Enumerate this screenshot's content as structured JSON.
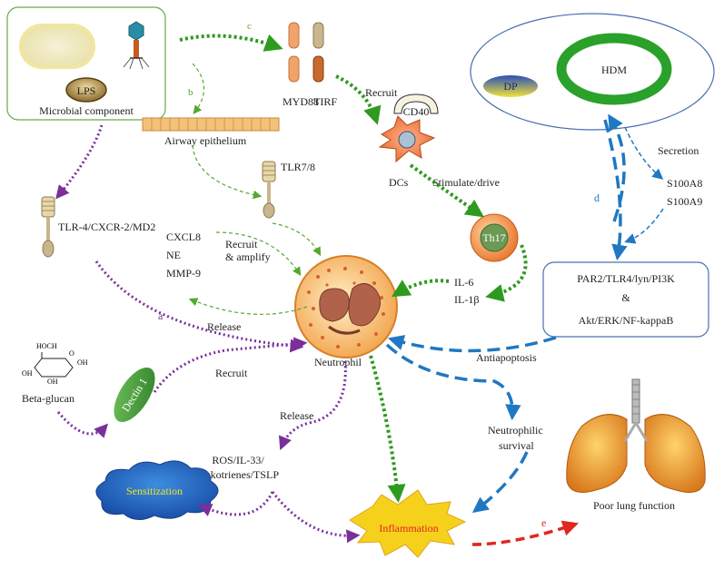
{
  "labels": {
    "lps": "LPS",
    "microbial_component": "Microbial component",
    "myd88": "MYD88",
    "tirf": "TIRF",
    "c": "c",
    "b": "b",
    "a": "a",
    "d": "d",
    "e": "e",
    "airway_epithelium": "Airway epithelium",
    "recruit_dc": "Recruit",
    "cd40": "CD40",
    "dcs": "DCs",
    "stimulate_drive": "Stimulate/drive",
    "th17": "Th17",
    "tlr78": "TLR7/8",
    "tlr4": "TLR-4/CXCR-2/MD2",
    "cxcl8": "CXCL8",
    "ne": "NE",
    "mmp9": "MMP-9",
    "recruit_amplify_1": "Recruit",
    "recruit_amplify_2": "& amplify",
    "release_left": "Release",
    "il6": "IL-6",
    "il1b": "IL-1β",
    "neutrophil": "Neutrophil",
    "recruit_bottom": "Recruit",
    "beta_glucan": "Beta-glucan",
    "dectin": "Dectin 1",
    "release_bottom": "Release",
    "ros_1": "ROS/IL-33/",
    "ros_2": "leukotrienes/TSLP",
    "sensitization": "Sensitization",
    "inflammation": "Inflammation",
    "neutrophilic_1": "Neutrophilic",
    "neutrophilic_2": "survival",
    "poor_lung": "Poor lung function",
    "hdm": "HDM",
    "dp": "DP",
    "secretion": "Secretion",
    "s100a8": "S100A8",
    "s100a9": "S100A9",
    "par2_1": "PAR2/TLR4/lyn/PI3K",
    "par2_2": "&",
    "par2_3": "Akt/ERK/NF-kappaB",
    "antiapoptosis": "Antiapoptosis",
    "sugar_hoch2": "HOCH",
    "sugar_o": "O",
    "sugar_oh": "OH"
  },
  "colors": {
    "green_arrow": "#55a82e",
    "dark_green_arrow": "#2e9a1e",
    "purple_arrow": "#7a2f9a",
    "blue_arrow": "#1f78c1",
    "red_arrow": "#e0261d",
    "inflammation_text": "#e0261d",
    "sensitization_text": "#f4e21c"
  }
}
